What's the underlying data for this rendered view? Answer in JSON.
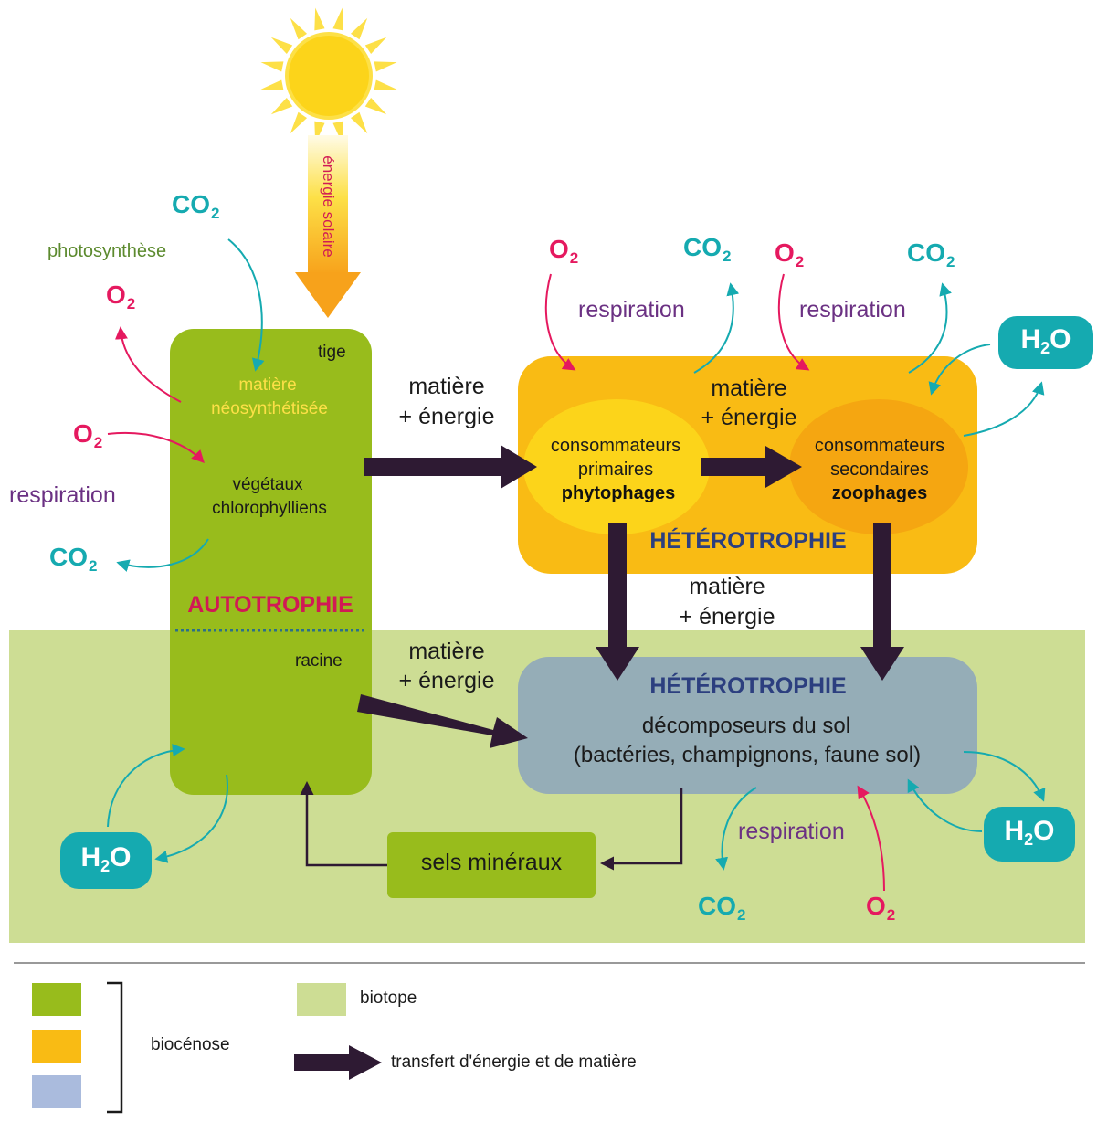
{
  "colors": {
    "green": "#98bc1c",
    "yellow_orange": "#f9bb14",
    "blue_grey": "#95adb7",
    "biotope": "#cddd94",
    "dark_arrow": "#2e1a33",
    "teal": "#15aab0",
    "red": "#e5195f",
    "purple": "#6b3183",
    "navy": "#2c3f7f",
    "magenta": "#d11a55",
    "legend_blue": "#aabbdd"
  },
  "sun": {
    "label": "énergie solaire"
  },
  "autotrophie": {
    "tige": "tige",
    "matiere_neo_1": "matière",
    "matiere_neo_2": "néosynthétisée",
    "vegetaux_1": "végétaux",
    "vegetaux_2": "chlorophylliens",
    "title": "AUTOTROPHIE",
    "racine": "racine",
    "photosynthese": "photosynthèse",
    "respiration": "respiration"
  },
  "heterotrophie_consumers": {
    "primary_1": "consommateurs",
    "primary_2": "primaires",
    "primary_3": "phytophages",
    "secondary_1": "consommateurs",
    "secondary_2": "secondaires",
    "secondary_3": "zoophages",
    "title": "HÉTÉROTROPHIE",
    "respiration_1": "respiration",
    "respiration_2": "respiration"
  },
  "decomposers": {
    "title": "HÉTÉROTROPHIE",
    "line1": "décomposeurs du sol",
    "line2": "(bactéries, champignons, faune sol)",
    "respiration": "respiration"
  },
  "sels_mineraux": "sels minéraux",
  "transfer_labels": {
    "matiere": "matière",
    "energie": "+ énergie"
  },
  "chem": {
    "co2_base": "CO",
    "o2_base": "O",
    "h2o_h": "H",
    "h2o_o": "O",
    "sub2": "2"
  },
  "legend": {
    "biocenose": "biocénose",
    "biotope": "biotope",
    "transfert": "transfert d'énergie et de matière"
  }
}
